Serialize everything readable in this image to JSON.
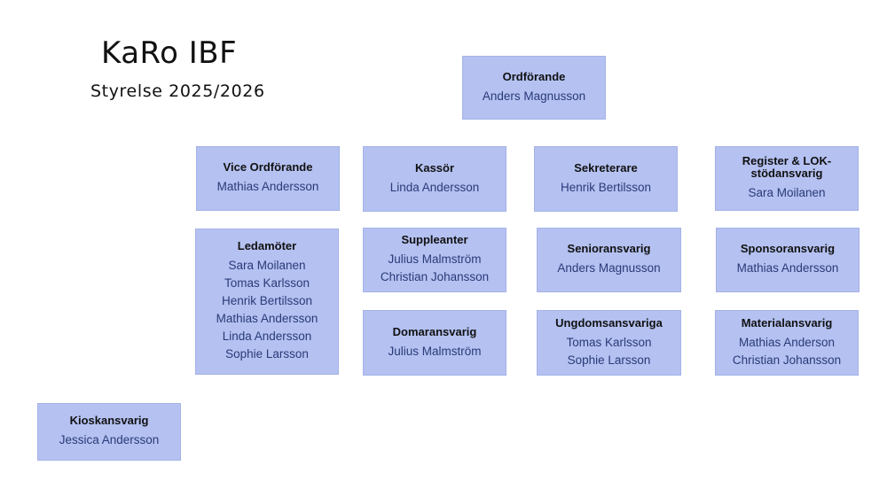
{
  "header": {
    "title": "KaRo IBF",
    "subtitle": "Styrelse 2025/2026"
  },
  "colors": {
    "box_fill": "#b4c1f1",
    "person_text": "#2a3a78"
  },
  "roles": {
    "ordforande": {
      "title": "Ordförande",
      "people": [
        "Anders Magnusson"
      ]
    },
    "vice_ordforande": {
      "title": "Vice Ordförande",
      "people": [
        "Mathias Andersson"
      ]
    },
    "kassor": {
      "title": "Kassör",
      "people": [
        "Linda Andersson"
      ]
    },
    "sekreterare": {
      "title": "Sekreterare",
      "people": [
        "Henrik Bertilsson"
      ]
    },
    "register_lok": {
      "title": "Register & LOK-stödansvarig",
      "people": [
        "Sara Moilanen"
      ]
    },
    "ledamoter": {
      "title": "Ledamöter",
      "people": [
        "Sara Moilanen",
        "Tomas Karlsson",
        "Henrik Bertilsson",
        "Mathias Andersson",
        "Linda Andersson",
        "Sophie Larsson"
      ]
    },
    "suppleanter": {
      "title": "Suppleanter",
      "people": [
        "Julius Malmström",
        "Christian Johansson"
      ]
    },
    "senioransvarig": {
      "title": "Senioransvarig",
      "people": [
        "Anders Magnusson"
      ]
    },
    "sponsoransvarig": {
      "title": "Sponsoransvarig",
      "people": [
        "Mathias Andersson"
      ]
    },
    "domaransvarig": {
      "title": "Domaransvarig",
      "people": [
        "Julius Malmström"
      ]
    },
    "ungdomsansvariga": {
      "title": "Ungdomsansvariga",
      "people": [
        "Tomas Karlsson",
        "Sophie Larsson"
      ]
    },
    "materialansvarig": {
      "title": "Materialansvarig",
      "people": [
        "Mathias Anderson",
        "Christian Johansson"
      ]
    },
    "kioskansvarig": {
      "title": "Kioskansvarig",
      "people": [
        "Jessica Andersson"
      ]
    }
  }
}
